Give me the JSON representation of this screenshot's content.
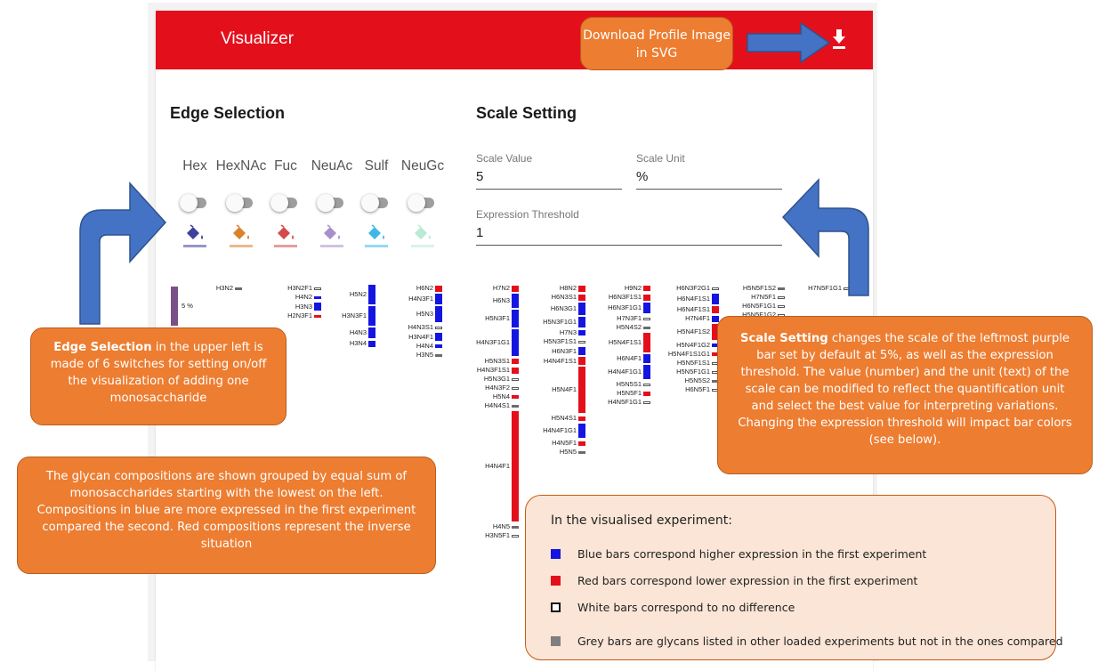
{
  "app": {
    "title": "Visualizer"
  },
  "edge_selection": {
    "heading": "Edge Selection",
    "items": [
      {
        "label": "Hex",
        "icon": "paint-bucket-icon",
        "color": "#3f3f9e",
        "on": false
      },
      {
        "label": "HexNAc",
        "icon": "paint-bucket-icon",
        "color": "#d9822b",
        "on": false
      },
      {
        "label": "Fuc",
        "icon": "paint-bucket-icon",
        "color": "#d24b4b",
        "on": false
      },
      {
        "label": "NeuAc",
        "icon": "paint-bucket-icon",
        "color": "#a98fc9",
        "on": false
      },
      {
        "label": "Sulf",
        "icon": "paint-bucket-icon",
        "color": "#3fb8e8",
        "on": false
      },
      {
        "label": "NeuGc",
        "icon": "paint-bucket-icon",
        "color": "#b8ead4",
        "on": false
      }
    ]
  },
  "scale_setting": {
    "heading": "Scale Setting",
    "scale_value": {
      "label": "Scale Value",
      "value": "5"
    },
    "scale_unit": {
      "label": "Scale Unit",
      "value": "%"
    },
    "expression_threshold": {
      "label": "Expression Threshold",
      "value": "1"
    }
  },
  "scale_bar": {
    "label": "5 %",
    "color": "#7b4f88"
  },
  "colors": {
    "blue": "#1515e0",
    "red": "#e3101c",
    "white": "#ffffff",
    "grey": "#6b6b6b",
    "appbar": "#e3101c",
    "callout": "#ed7d31"
  },
  "profile": {
    "groups": [
      {
        "labels": [
          "H3N2"
        ],
        "bars": [
          {
            "c": "grey",
            "h": 3
          }
        ]
      },
      {
        "labels": [
          "H3N2F1",
          "H4N2",
          "H3N3",
          "H2N3F1"
        ],
        "bars": [
          {
            "c": "white",
            "h": 3
          },
          {
            "c": "blue",
            "h": 3
          },
          {
            "c": "blue",
            "h": 9
          },
          {
            "c": "red",
            "h": 3
          }
        ]
      },
      {
        "labels": [
          "H5N2",
          "H3N3F1",
          "H4N3",
          "H3N4"
        ],
        "bars": [
          {
            "c": "blue",
            "h": 22
          },
          {
            "c": "blue",
            "h": 22
          },
          {
            "c": "blue",
            "h": 12
          },
          {
            "c": "blue",
            "h": 7
          }
        ]
      },
      {
        "labels": [
          "H6N2",
          "H4N3F1",
          "H5N3",
          "H4N3S1",
          "H3N4F1",
          "H4N4",
          "H3N5"
        ],
        "bars": [
          {
            "c": "red",
            "h": 7
          },
          {
            "c": "blue",
            "h": 12
          },
          {
            "c": "blue",
            "h": 18
          },
          {
            "c": "white",
            "h": 3
          },
          {
            "c": "blue",
            "h": 9
          },
          {
            "c": "blue",
            "h": 4
          },
          {
            "c": "grey",
            "h": 3
          }
        ]
      },
      {
        "labels": [
          "H7N2",
          "H6N3",
          "H5N3F1",
          "H4N3F1G1",
          "H5N3S1",
          "H4N3F1S1",
          "H5N3G1",
          "H4N3F2",
          "H5N4",
          "H4N4S1",
          "H4N4F1",
          "H4N5",
          "H3N5F1"
        ],
        "bars": [
          {
            "c": "red",
            "h": 7
          },
          {
            "c": "blue",
            "h": 16
          },
          {
            "c": "blue",
            "h": 20
          },
          {
            "c": "blue",
            "h": 30
          },
          {
            "c": "red",
            "h": 6
          },
          {
            "c": "red",
            "h": 7
          },
          {
            "c": "white",
            "h": 3
          },
          {
            "c": "white",
            "h": 3
          },
          {
            "c": "red",
            "h": 4
          },
          {
            "c": "grey",
            "h": 3
          },
          {
            "c": "red",
            "h": 124
          },
          {
            "c": "grey",
            "h": 3
          },
          {
            "c": "white",
            "h": 3
          }
        ]
      },
      {
        "labels": [
          "H8N2",
          "H6N3S1",
          "H6N3G1",
          "H5N3F1G1",
          "H7N3",
          "H5N3F1S1",
          "H6N3F1",
          "H4N4F1S1",
          "H5N4F1",
          "H5N4S1",
          "H4N4F1G1",
          "H4N5F1",
          "H5N5"
        ],
        "bars": [
          {
            "c": "red",
            "h": 7
          },
          {
            "c": "red",
            "h": 7
          },
          {
            "c": "blue",
            "h": 14
          },
          {
            "c": "blue",
            "h": 12
          },
          {
            "c": "blue",
            "h": 6
          },
          {
            "c": "white",
            "h": 3
          },
          {
            "c": "blue",
            "h": 9
          },
          {
            "c": "red",
            "h": 9
          },
          {
            "c": "red",
            "h": 52
          },
          {
            "c": "red",
            "h": 5
          },
          {
            "c": "blue",
            "h": 16
          },
          {
            "c": "red",
            "h": 5
          },
          {
            "c": "grey",
            "h": 3
          }
        ]
      },
      {
        "labels": [
          "H9N2",
          "H6N3F1S1",
          "H6N3F1G1",
          "H7N3F1",
          "H5N4S2",
          "H5N4F1S1",
          "H6N4F1",
          "H4N4F1G1",
          "H5N5S1",
          "H5N5F1",
          "H4N5F1G1"
        ],
        "bars": [
          {
            "c": "red",
            "h": 6
          },
          {
            "c": "red",
            "h": 7
          },
          {
            "c": "blue",
            "h": 12
          },
          {
            "c": "white",
            "h": 3
          },
          {
            "c": "grey",
            "h": 3
          },
          {
            "c": "red",
            "h": 22
          },
          {
            "c": "blue",
            "h": 10
          },
          {
            "c": "blue",
            "h": 16
          },
          {
            "c": "white",
            "h": 3
          },
          {
            "c": "red",
            "h": 5
          },
          {
            "c": "white",
            "h": 3
          }
        ]
      },
      {
        "labels": [
          "H6N3F2G1",
          "H6N4F1S1",
          "H6N4F1S1",
          "H7N4F1",
          "H5N4F1S2",
          "H5N4F1G2",
          "H5N4F1S1G1",
          "H5N5F1S1",
          "H5N5F1G1",
          "H5N5S2",
          "H6N5F1"
        ],
        "bars": [
          {
            "c": "white",
            "h": 3
          },
          {
            "c": "blue",
            "h": 12
          },
          {
            "c": "red",
            "h": 8
          },
          {
            "c": "blue",
            "h": 7
          },
          {
            "c": "red",
            "h": 18
          },
          {
            "c": "blue",
            "h": 4
          },
          {
            "c": "red",
            "h": 4
          },
          {
            "c": "white",
            "h": 3
          },
          {
            "c": "white",
            "h": 3
          },
          {
            "c": "grey",
            "h": 3
          },
          {
            "c": "white",
            "h": 3
          }
        ]
      },
      {
        "labels": [
          "H5N5F1S2",
          "H7N5F1",
          "H6N5F1G1",
          "H5N5F1G2"
        ],
        "bars": [
          {
            "c": "grey",
            "h": 3
          },
          {
            "c": "white",
            "h": 3
          },
          {
            "c": "white",
            "h": 3
          },
          {
            "c": "white",
            "h": 3
          }
        ]
      },
      {
        "labels": [
          "H7N5F1G1"
        ],
        "bars": [
          {
            "c": "white",
            "h": 3
          }
        ]
      }
    ]
  },
  "callouts": {
    "download": "Download Profile Image in SVG",
    "edge_selection": {
      "bold": "Edge Selection",
      "text": " in the upper left is made of 6 switches for setting on/off the visualization of adding one monosaccharide"
    },
    "scale_setting": {
      "bold": "Scale Setting",
      "text": " changes the scale of the leftmost purple bar set by default at 5%, as well as the expression threshold. The value (number) and the unit (text) of the scale can be modified to reflect the quantification unit and select the best value for interpreting variations. Changing the expression threshold will impact bar colors (see below)."
    },
    "compositions": "The glycan compositions are shown grouped by equal sum of monosaccharides starting with the lowest on the left. Compositions in blue  are more expressed in the first experiment compared the second. Red compositions represent the inverse situation"
  },
  "legend": {
    "title": "In the visualised experiment:",
    "items": [
      {
        "color": "#1515e0",
        "text": "Blue bars correspond higher expression in the first experiment"
      },
      {
        "color": "#e3101c",
        "text": "Red bars correspond lower expression in the first experiment"
      },
      {
        "color": "#ffffff",
        "text": "White bars correspond to no difference"
      },
      {
        "color": "#7f7f7f",
        "text": "Grey bars are glycans listed in other loaded experiments but not in the ones compared"
      }
    ]
  }
}
